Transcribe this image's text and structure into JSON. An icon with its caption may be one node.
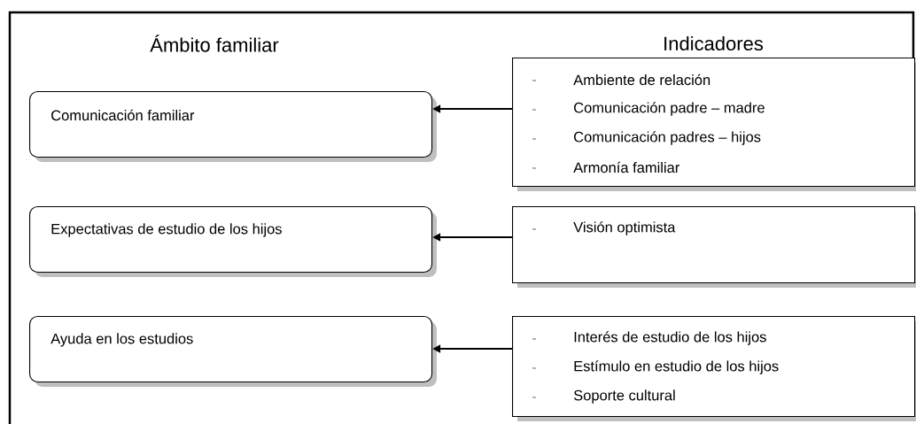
{
  "diagram": {
    "nodes": [
      {
        "text": [
          "Comunicación familiar"
        ]
      },
      {
        "text": [
          "Ambiente de relación",
          "Comunicación padre – madre",
          "Comunicación padres – hijos",
          "Armonía familiar"
        ]
      },
      {
        "text": [
          "Expectativas de estudio de los hijos"
        ]
      },
      {
        "text": [
          "Visión optimista"
        ]
      },
      {
        "text": [
          "Ayuda en los estudios"
        ]
      },
      {
        "text": [
          "Interés de estudio de los hijos",
          "Estímulo en estudio de los hijos",
          "Soporte cultural"
        ]
      }
    ],
    "edges": [
      {
        "from": 1,
        "to": 0,
        "arrow": "to"
      },
      {
        "from": 3,
        "to": 2,
        "arrow": "to"
      },
      {
        "from": 5,
        "to": 4,
        "arrow": "to"
      }
    ],
    "labels": [
      "Ámbito familiar",
      "Indicadores"
    ]
  }
}
